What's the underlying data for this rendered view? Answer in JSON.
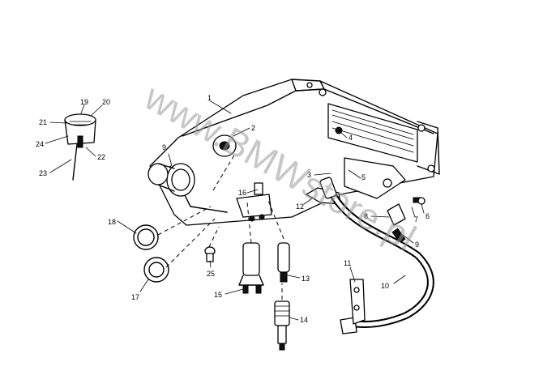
{
  "watermark": "www.BMWstore.pl",
  "callouts": {
    "c1": "1",
    "c2": "2",
    "c3": "3",
    "c4": "4",
    "c5": "5",
    "c6": "6",
    "c7": "7",
    "c8": "8",
    "c9a": "9",
    "c9b": "9",
    "c10": "10",
    "c11": "11",
    "c12": "12",
    "c13": "13",
    "c14": "14",
    "c15": "15",
    "c16": "16",
    "c17": "17",
    "c18": "18",
    "c19": "19",
    "c20": "20",
    "c21": "21",
    "c22": "22",
    "c23": "23",
    "c24": "24",
    "c25": "25"
  }
}
